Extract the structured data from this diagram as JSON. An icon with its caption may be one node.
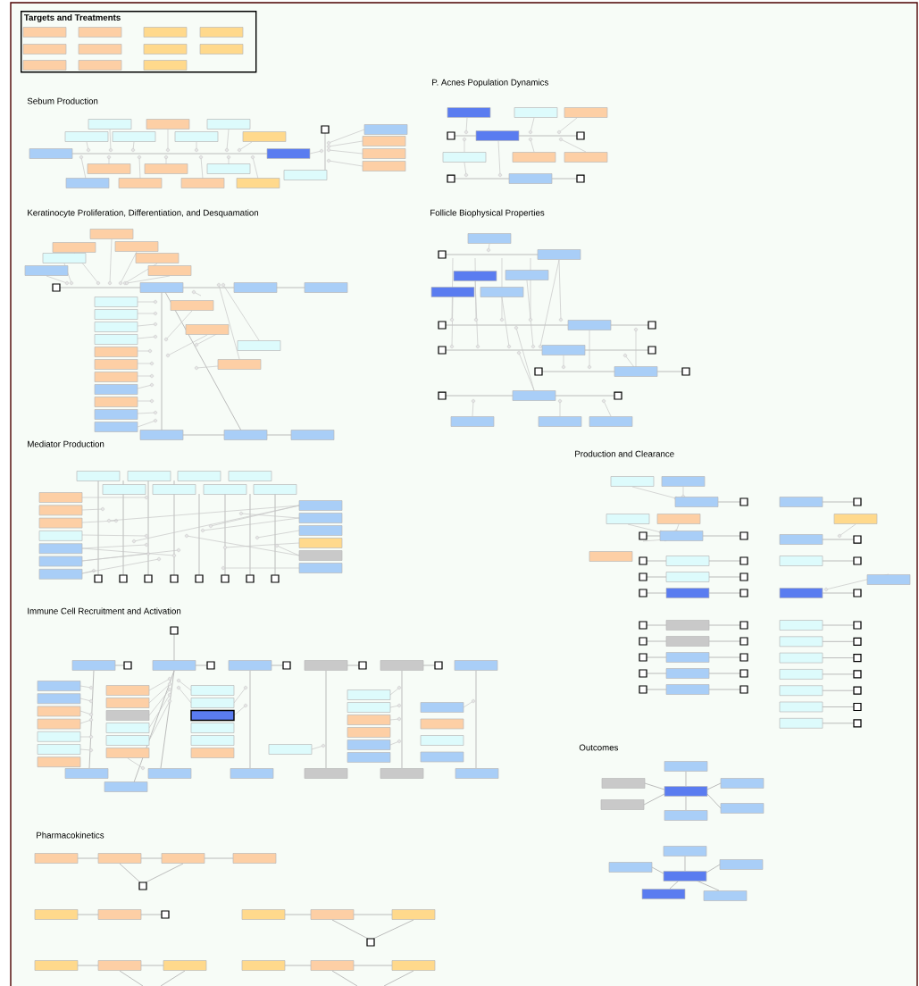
{
  "diagram": {
    "nodes": [
      {
        "text": [
          "Targets and Treatments"
        ]
      }
    ],
    "labels": [
      "Sebum Production",
      "P. Acnes Population Dynamics",
      "Keratinocyte Proliferation, Differentiation, and Desquamation",
      "Follicle Biophysical Properties",
      "Mediator Production",
      "Production and Clearance",
      "Immune Cell Recruitment and Activation",
      "Outcomes",
      "Pharmacokinetics"
    ]
  }
}
